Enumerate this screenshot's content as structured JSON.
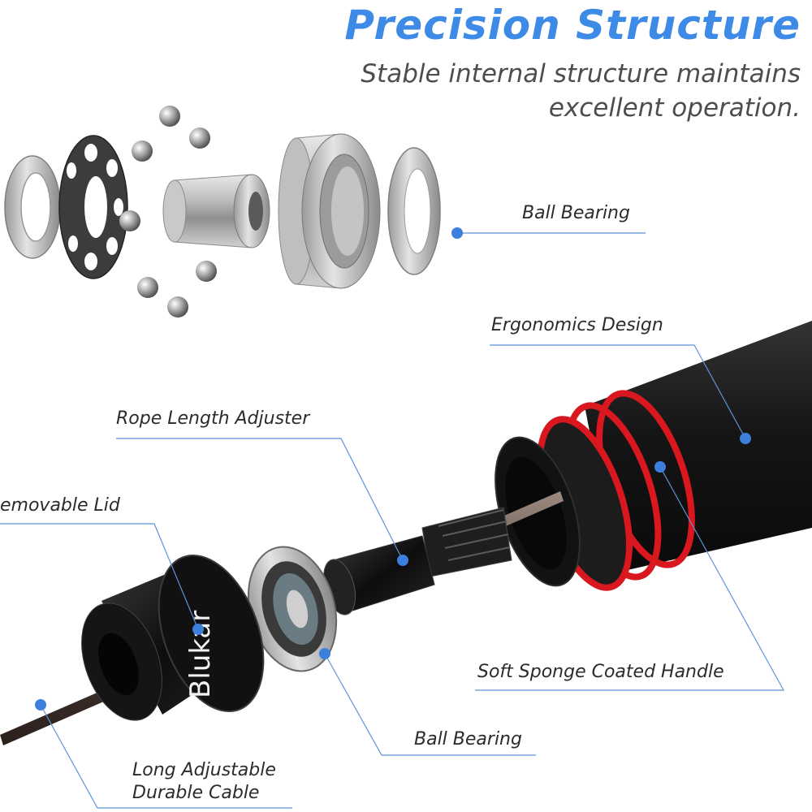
{
  "header": {
    "title": "Precision Structure",
    "subtitle": "Stable internal structure maintains excellent operation."
  },
  "callouts": {
    "ball_bearing_top": "Ball Bearing",
    "ergonomics_design": "Ergonomics Design",
    "rope_length_adjuster": "Rope Length Adjuster",
    "removable_lid": "emovable Lid",
    "soft_sponge_handle": "Soft Sponge Coated Handle",
    "ball_bearing_bottom": "Ball Bearing",
    "long_cable_line1": "Long Adjustable",
    "long_cable_line2": "Durable Cable"
  },
  "product": {
    "brand_mark": "Blukar"
  },
  "colors": {
    "accent_blue": "#3d8be6",
    "handle_red": "#d8171e",
    "handle_black": "#1a1a1a"
  }
}
